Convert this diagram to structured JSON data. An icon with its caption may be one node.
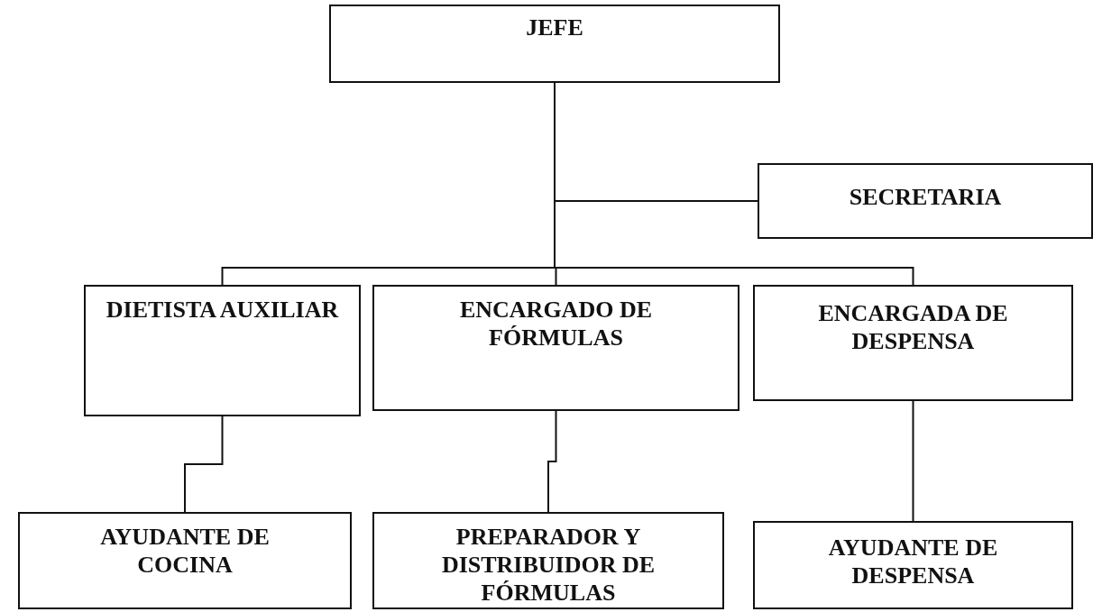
{
  "diagram": {
    "nodes": [
      {
        "text": [
          "JEFE"
        ]
      },
      {
        "text": [
          "SECRETARIA"
        ]
      },
      {
        "text": [
          "DIETISTA AUXILIAR"
        ]
      },
      {
        "text": [
          "ENCARGADO DE FÓRMULAS"
        ]
      },
      {
        "text": [
          "ENCARGADA DE DESPENSA"
        ]
      },
      {
        "text": [
          "AYUDANTE DE COCINA"
        ]
      },
      {
        "text": [
          "PREPARADOR Y DISTRIBUIDOR DE FÓRMULAS"
        ]
      },
      {
        "text": [
          "AYUDANTE DE DESPENSA"
        ]
      }
    ],
    "edges": [
      {
        "from": 0,
        "to": 1,
        "arrow": "none"
      },
      {
        "from": 0,
        "to": 2,
        "arrow": "none"
      },
      {
        "from": 0,
        "to": 3,
        "arrow": "none"
      },
      {
        "from": 0,
        "to": 4,
        "arrow": "none"
      },
      {
        "from": 2,
        "to": 5,
        "arrow": "none"
      },
      {
        "from": 3,
        "to": 6,
        "arrow": "none"
      },
      {
        "from": 4,
        "to": 7,
        "arrow": "none"
      }
    ]
  }
}
